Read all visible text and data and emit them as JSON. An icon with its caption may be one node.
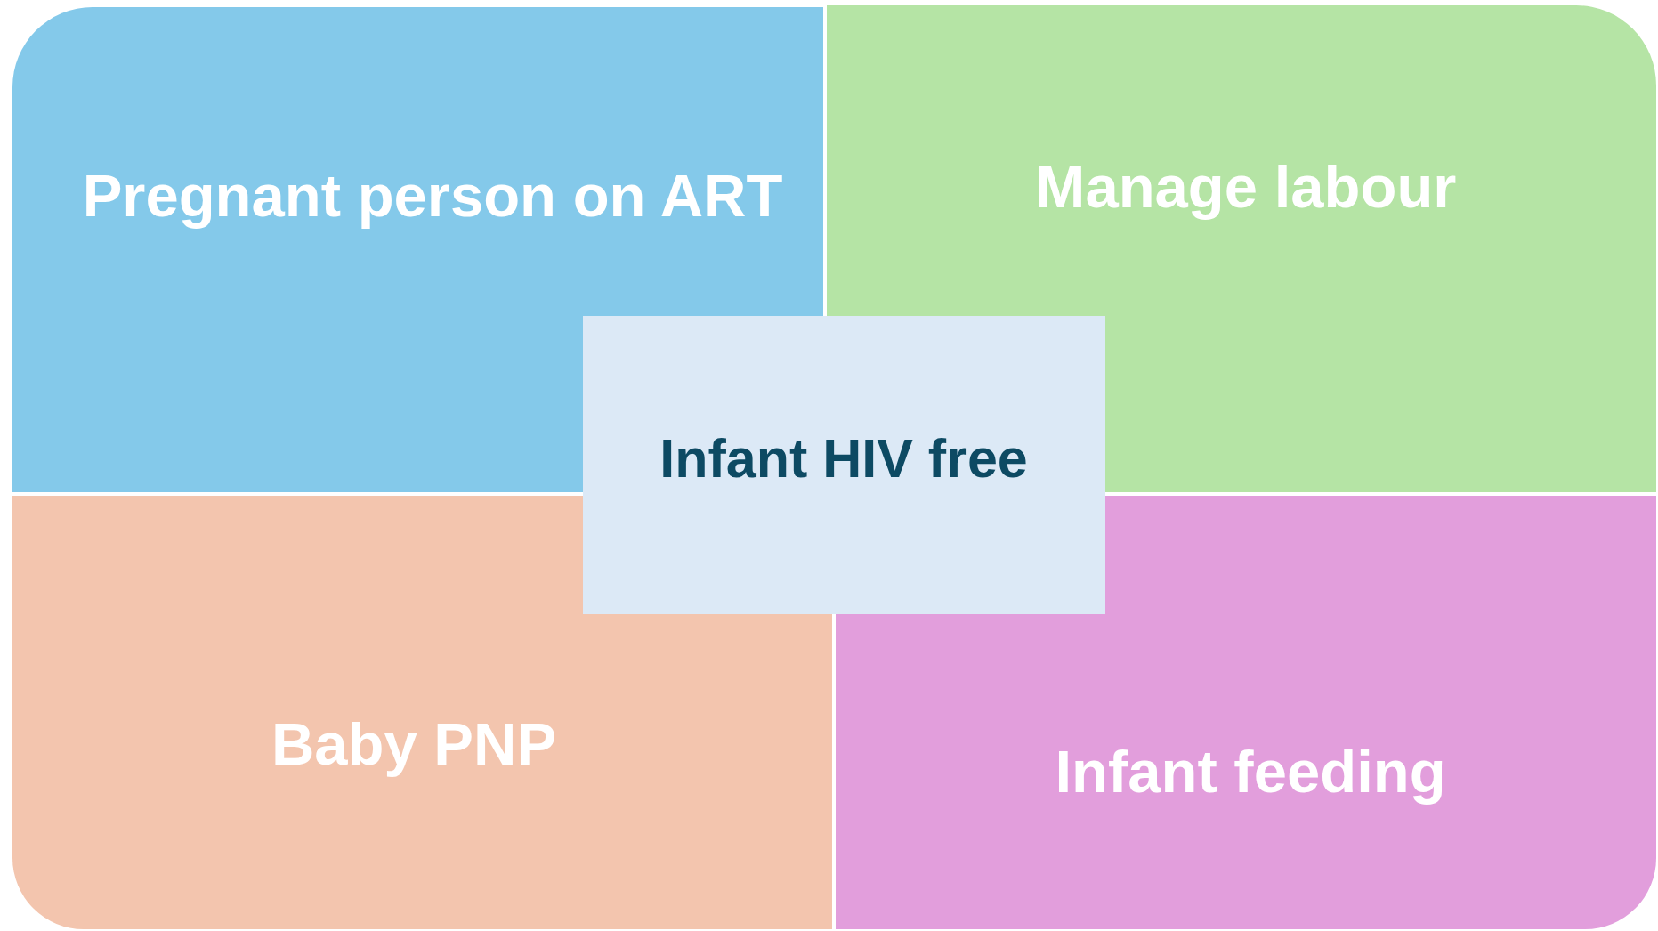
{
  "diagram": {
    "nodes": [
      {
        "text": [
          "Pregnant person on ART"
        ]
      },
      {
        "text": [
          "Manage labour"
        ]
      },
      {
        "text": [
          "Infant HIV free"
        ]
      },
      {
        "text": [
          "Baby PNP"
        ]
      },
      {
        "text": [
          "Infant feeding"
        ]
      }
    ]
  }
}
